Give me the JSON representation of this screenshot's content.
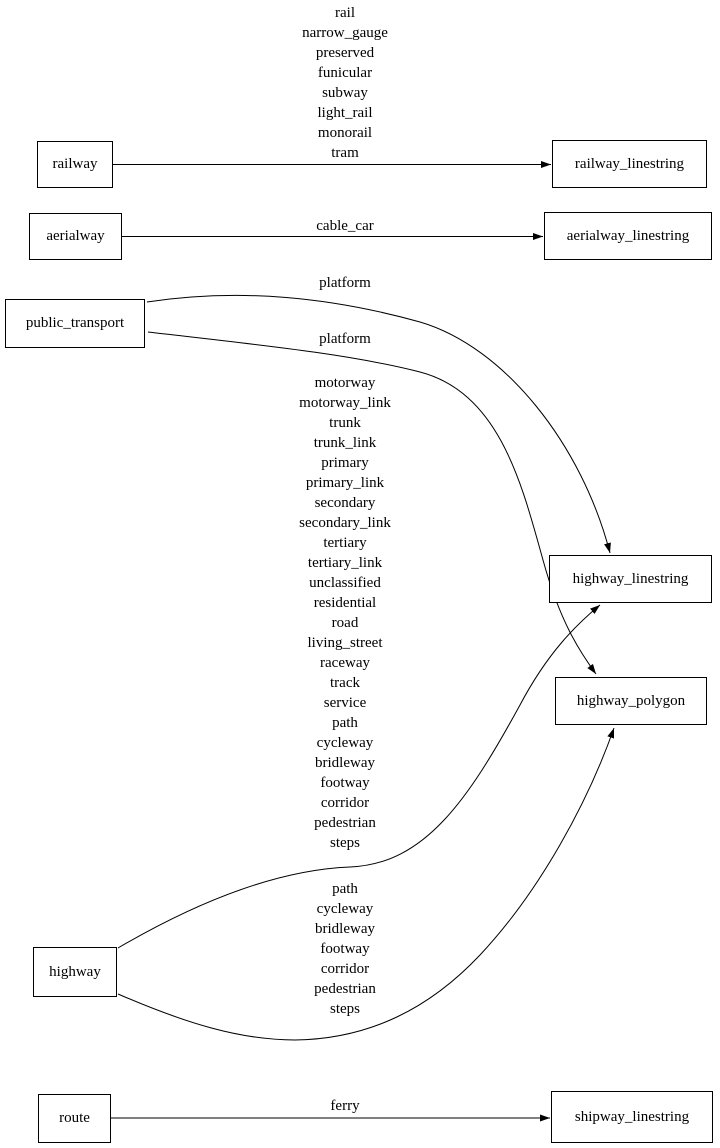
{
  "diagram": {
    "type": "graphviz-digraph",
    "background_color": "#ffffff",
    "line_color": "#000000",
    "nodes": {
      "railway": "railway",
      "railway_linestring": "railway_linestring",
      "aerialway": "aerialway",
      "aerialway_linestring": "aerialway_linestring",
      "public_transport": "public_transport",
      "highway_linestring": "highway_linestring",
      "highway_polygon": "highway_polygon",
      "highway": "highway",
      "route": "route",
      "shipway_linestring": "shipway_linestring"
    },
    "edges": [
      {
        "from": "railway",
        "to": "railway_linestring",
        "labels": [
          "rail",
          "narrow_gauge",
          "preserved",
          "funicular",
          "subway",
          "light_rail",
          "monorail",
          "tram"
        ]
      },
      {
        "from": "aerialway",
        "to": "aerialway_linestring",
        "labels": [
          "cable_car"
        ]
      },
      {
        "from": "public_transport",
        "to": "highway_linestring",
        "labels": [
          "platform"
        ]
      },
      {
        "from": "public_transport",
        "to": "highway_polygon",
        "labels": [
          "platform"
        ]
      },
      {
        "from": "highway",
        "to": "highway_linestring",
        "labels": [
          "motorway",
          "motorway_link",
          "trunk",
          "trunk_link",
          "primary",
          "primary_link",
          "secondary",
          "secondary_link",
          "tertiary",
          "tertiary_link",
          "unclassified",
          "residential",
          "road",
          "living_street",
          "raceway",
          "track",
          "service",
          "path",
          "cycleway",
          "bridleway",
          "footway",
          "corridor",
          "pedestrian",
          "steps"
        ]
      },
      {
        "from": "highway",
        "to": "highway_polygon",
        "labels": [
          "path",
          "cycleway",
          "bridleway",
          "footway",
          "corridor",
          "pedestrian",
          "steps"
        ]
      },
      {
        "from": "route",
        "to": "shipway_linestring",
        "labels": [
          "ferry"
        ]
      }
    ]
  }
}
